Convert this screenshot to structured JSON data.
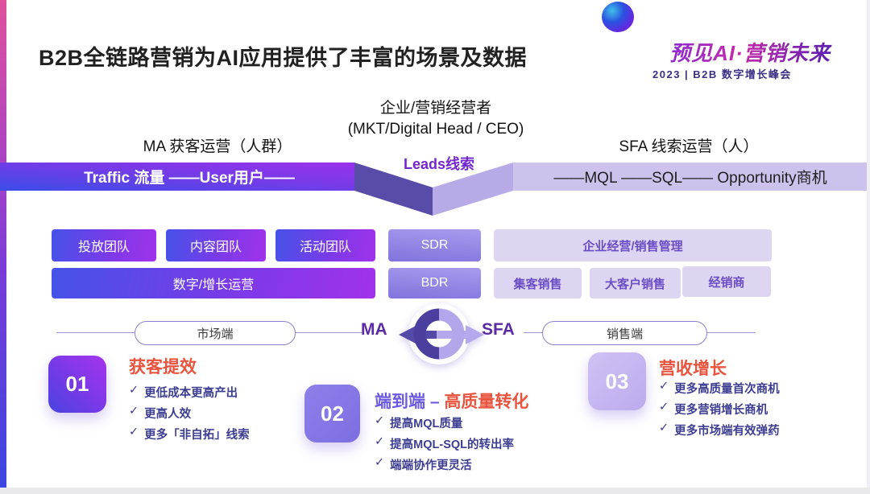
{
  "slide": {
    "title": "B2B全链路营销为AI应用提供了丰富的场景及数据"
  },
  "logo": {
    "brand": "预见AI·营销未来",
    "subtitle": "2023 | B2B 数字增长峰会"
  },
  "roles": {
    "left": "MA 获客运营（人群）",
    "center_line1": "企业/营销经营者",
    "center_line2": "(MKT/Digital Head / CEO)",
    "right": "SFA 线索运营（人）"
  },
  "ribbon": {
    "left_text": "Traffic 流量 ——User用户——",
    "center_text": "Leads线索",
    "right_text": "——MQL ——SQL—— Opportunity商机"
  },
  "teams": {
    "ad": "投放团队",
    "content": "内容团队",
    "event": "活动团队",
    "sdr": "SDR",
    "management": "企业经营/销售管理",
    "digital_growth": "数字/增长运营",
    "bdr": "BDR",
    "inbound_sales": "集客销售",
    "key_account_sales": "大客户销售",
    "dealer": "经销商"
  },
  "loop": {
    "ma": "MA",
    "sfa": "SFA",
    "market_pill": "市场端",
    "sales_pill": "销售端"
  },
  "sections": [
    {
      "number": "01",
      "title": "获客提效",
      "items": [
        "更低成本更高产出",
        "更高人效",
        "更多「非自拓」线索"
      ]
    },
    {
      "number": "02",
      "title_prefix": "端到端 – ",
      "title_accent": "高质量转化",
      "items": [
        "提高MQL质量",
        "提高MQL-SQL的转出率",
        "端端协作更灵活"
      ]
    },
    {
      "number": "03",
      "title": "营收增长",
      "items": [
        "更多高质量首次商机",
        "更多营销增长商机",
        "更多市场端有效弹药"
      ]
    }
  ],
  "icons": {
    "check": "✓"
  },
  "colors": {
    "accent_red": "#E8543E",
    "ribbon_gradient_start": "#3B4CE8",
    "ribbon_gradient_end": "#9A31EA",
    "ribbon_fold_dark": "#584CA9",
    "ribbon_fold_light": "#B7AAE6",
    "ribbon_lavender": "#CCC2EC",
    "check_text": "#3D3D91",
    "box_text_purple": "#6B4EC6"
  }
}
